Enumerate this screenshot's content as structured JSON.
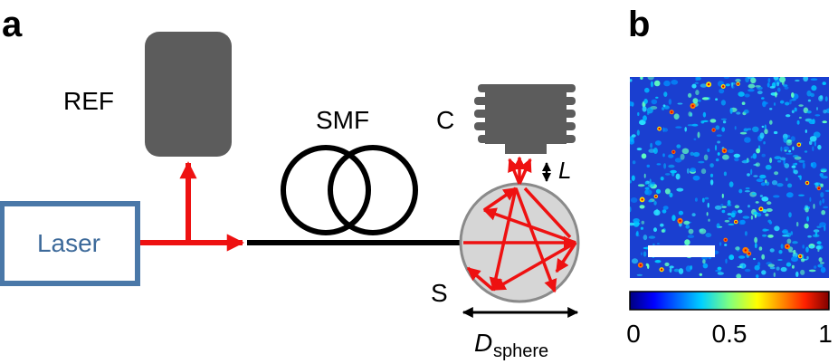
{
  "panels": {
    "a": "a",
    "b": "b"
  },
  "labels": {
    "laser": "Laser",
    "ref": "REF",
    "smf": "SMF",
    "camera": "C",
    "sphere": "S",
    "distance": "L",
    "diameter_main": "D",
    "diameter_sub": "sphere"
  },
  "colorbar": {
    "ticks": [
      "0",
      "0.5",
      "1"
    ],
    "range": [
      0,
      1
    ]
  },
  "colors": {
    "laser_box_border": "#4a78a8",
    "laser_text": "#3d6a9a",
    "beam": "#ee1111",
    "device_gray": "#5c5c5c",
    "sphere_fill": "#d6d6d6",
    "speckle_background": "#1a3fd0"
  },
  "icons": {
    "laser": "laser-box-icon",
    "reference": "reference-detector-icon",
    "fiber": "fiber-coil-icon",
    "camera": "camera-icon",
    "sphere": "integrating-sphere-icon"
  }
}
